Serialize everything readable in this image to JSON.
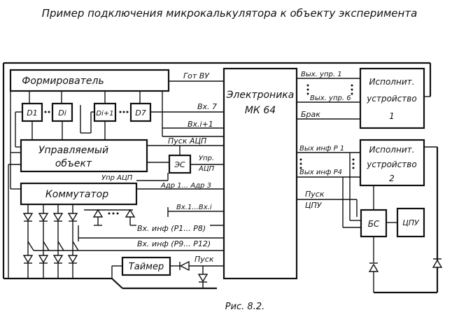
{
  "title": "Пример подключения микрокалькулятора к объекту эксперимента",
  "caption": "Рис. 8.2.",
  "blocks": {
    "shaper": "Формирователь",
    "d1": "D1",
    "di": "Di",
    "di1": "Di+1",
    "d7": "D7",
    "object_line1": "Управляемый",
    "object_line2": "объект",
    "commutator": "Коммутатор",
    "adc": "ЭС",
    "computer_line1": "Электроника",
    "computer_line2": "МК 64",
    "actuator1_line1": "Исполнит.",
    "actuator1_line2": "устройство",
    "actuator1_line3": "1",
    "actuator2_line1": "Исполнит.",
    "actuator2_line2": "устройство",
    "actuator2_line3": "2",
    "bs": "БС",
    "cpu": "ЦПУ",
    "timer": "Таймер"
  },
  "signals": {
    "got_vu": "Гот ВУ",
    "vx7": "Вх. 7",
    "vxi1": "Вх.i+1",
    "pusk_acp": "Пуск АЦП",
    "upr_acp_r1": "Упр.",
    "upr_acp_r2": "АЦП",
    "upr_acp_left": "Упр АЦП",
    "adr": "Адр 1... Адр 3",
    "vx1i": "Вх.1...Вх.i",
    "vxinf1": "Вх. инф (Р1... Р8)",
    "vxinf2": "Вх. инф (Р9... Р12)",
    "pusk": "Пуск",
    "vyx_upr1": "Вых. упр. 1",
    "vyx_upr6": "Вых. упр. 6",
    "brak": "Брак",
    "vyx_inf_p1": "Вых инф Р 1",
    "vyx_inf_p4": "Вых инф Р4",
    "pusk_cpu_1": "Пуск",
    "pusk_cpu_2": "ЦПУ"
  }
}
